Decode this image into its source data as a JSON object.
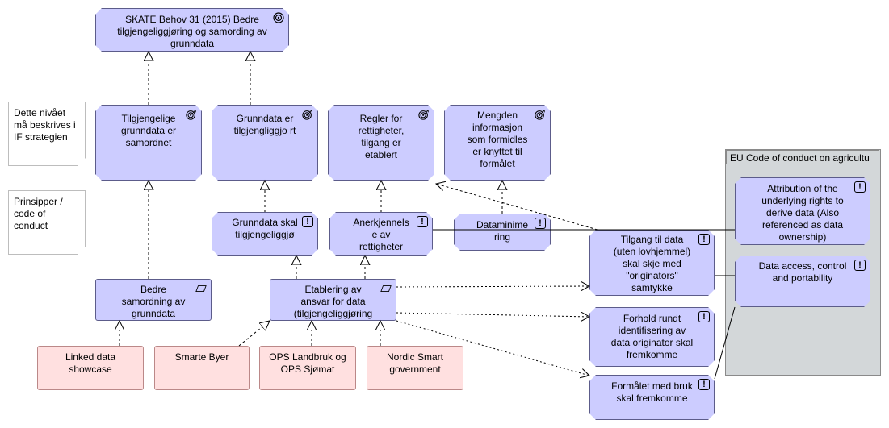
{
  "nodes": {
    "skate_goal": "SKATE Behov 31 (2015) Bedre tilgjengeliggjøring og samording av grunndata",
    "tilgjengelige": "Tilgjengelige grunndata er samordnet",
    "grunndata_tilgj": "Grunndata er tilgjengliggjo rt",
    "regler": "Regler for rettigheter, tilgang er etablert",
    "mengden": "Mengden informasjon som formidles er knyttet til formålet",
    "grunndata_skal": "Grunndata skal tilgjengeliggjø",
    "anerkjennelse": "Anerkjennels e av rettigheter",
    "dataminimering": "Dataminime ring",
    "bedre_samordning": "Bedre samordning av grunndata",
    "etablering": "Etablering av ansvar for data (tilgjengeliggjøring",
    "tilgang": "Tilgang til data (uten lovhjemmel) skal skje med \"originators\" samtykke",
    "forhold": "Forhold rundt identifisering av data originator skal fremkomme",
    "formalet": "Formålet med bruk skal fremkomme",
    "attribution": "Attribution of the underlying rights to derive data (Also referenced as data ownership)",
    "access": "Data access, control and portability",
    "linked": "Linked data showcase",
    "smarte": "Smarte Byer",
    "ops": "OPS Landbruk og OPS Sjømat",
    "nordic": "Nordic Smart government"
  },
  "notes": {
    "dette": "Dette nivået må beskrives i IF strategien",
    "prinsipper": "Prinsipper / code of conduct"
  },
  "group": {
    "title": "EU Code of conduct on agricultu"
  },
  "icons": {
    "goal": "goal-target-icon",
    "principle": "principle-exclamation-icon",
    "deliverable": "deliverable-parallelogram-icon"
  },
  "colors": {
    "motivation_fill": "#ccccff",
    "work_package_fill": "#ffe0e0",
    "group_fill": "#d3d7d9"
  }
}
